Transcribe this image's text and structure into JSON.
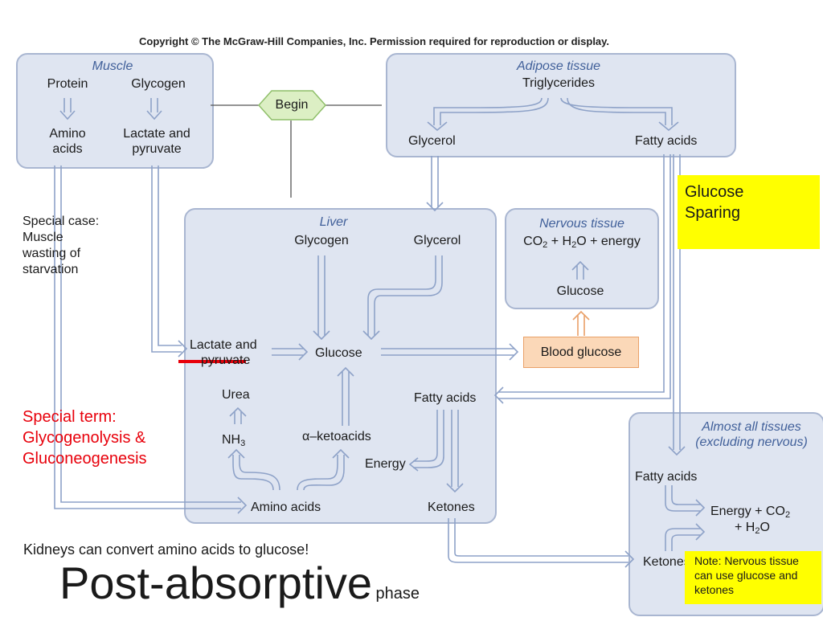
{
  "copyright": "Copyright © The McGraw-Hill Companies, Inc. Permission required for reproduction or display.",
  "begin": "Begin",
  "muscle": {
    "title": "Muscle",
    "protein": "Protein",
    "glycogen": "Glycogen",
    "amino_l1": "Amino",
    "amino_l2": "acids",
    "lactate_l1": "Lactate and",
    "lactate_l2": "pyruvate"
  },
  "adipose": {
    "title": "Adipose tissue",
    "triglycerides": "Triglycerides",
    "glycerol": "Glycerol",
    "fatty_acids": "Fatty acids"
  },
  "liver": {
    "title": "Liver",
    "glycogen": "Glycogen",
    "glycerol": "Glycerol",
    "lactate_l1": "Lactate and",
    "lactate_l2": "pyruvate",
    "glucose": "Glucose",
    "urea": "Urea",
    "nh3": "NH",
    "nh3_sub": "3",
    "ketoacids": "α–ketoacids",
    "fatty_acids": "Fatty acids",
    "energy": "Energy",
    "amino_acids": "Amino acids",
    "ketones": "Ketones"
  },
  "nervous": {
    "title": "Nervous tissue",
    "co2": "CO",
    "co2_sub": "2",
    "h2o_a": " + H",
    "h2o_sub": "2",
    "h2o_b": "O + energy",
    "glucose": "Glucose"
  },
  "blood_glucose": "Blood glucose",
  "almost": {
    "title_l1": "Almost all tissues",
    "title_l2": "(excluding nervous)",
    "fatty_acids": "Fatty acids",
    "energy": "Energy + CO",
    "energy_sub": "2",
    "h2o_a": "+ H",
    "h2o_sub": "2",
    "h2o_b": "O",
    "ketones": "Ketones"
  },
  "annotations": {
    "glucose_sparing_l1": "Glucose",
    "glucose_sparing_l2": "Sparing",
    "special_case_l1": "Special case:",
    "special_case_l2": "Muscle",
    "special_case_l3": "wasting of",
    "special_case_l4": "starvation",
    "special_term_l1": "Special term:",
    "special_term_l2": "Glycogenolysis &",
    "special_term_l3": "Gluconeogenesis",
    "kidneys": "Kidneys can convert amino acids to glucose!",
    "post_absorptive": "Post-absorptive",
    "phase": "phase",
    "note_l1": "Note: Nervous tissue",
    "note_l2": "can use glucose and",
    "note_l3": "ketones"
  },
  "colors": {
    "box_fill": "#dfe5f1",
    "box_border": "#a9b6d1",
    "title_blue": "#41609a",
    "arrow_blue": "#8ea2c8",
    "begin_green": "#dcefc4",
    "blood_glucose_fill": "#fbd8b8",
    "annotation_yellow": "#ffff00",
    "annotation_red": "#e8000b"
  }
}
